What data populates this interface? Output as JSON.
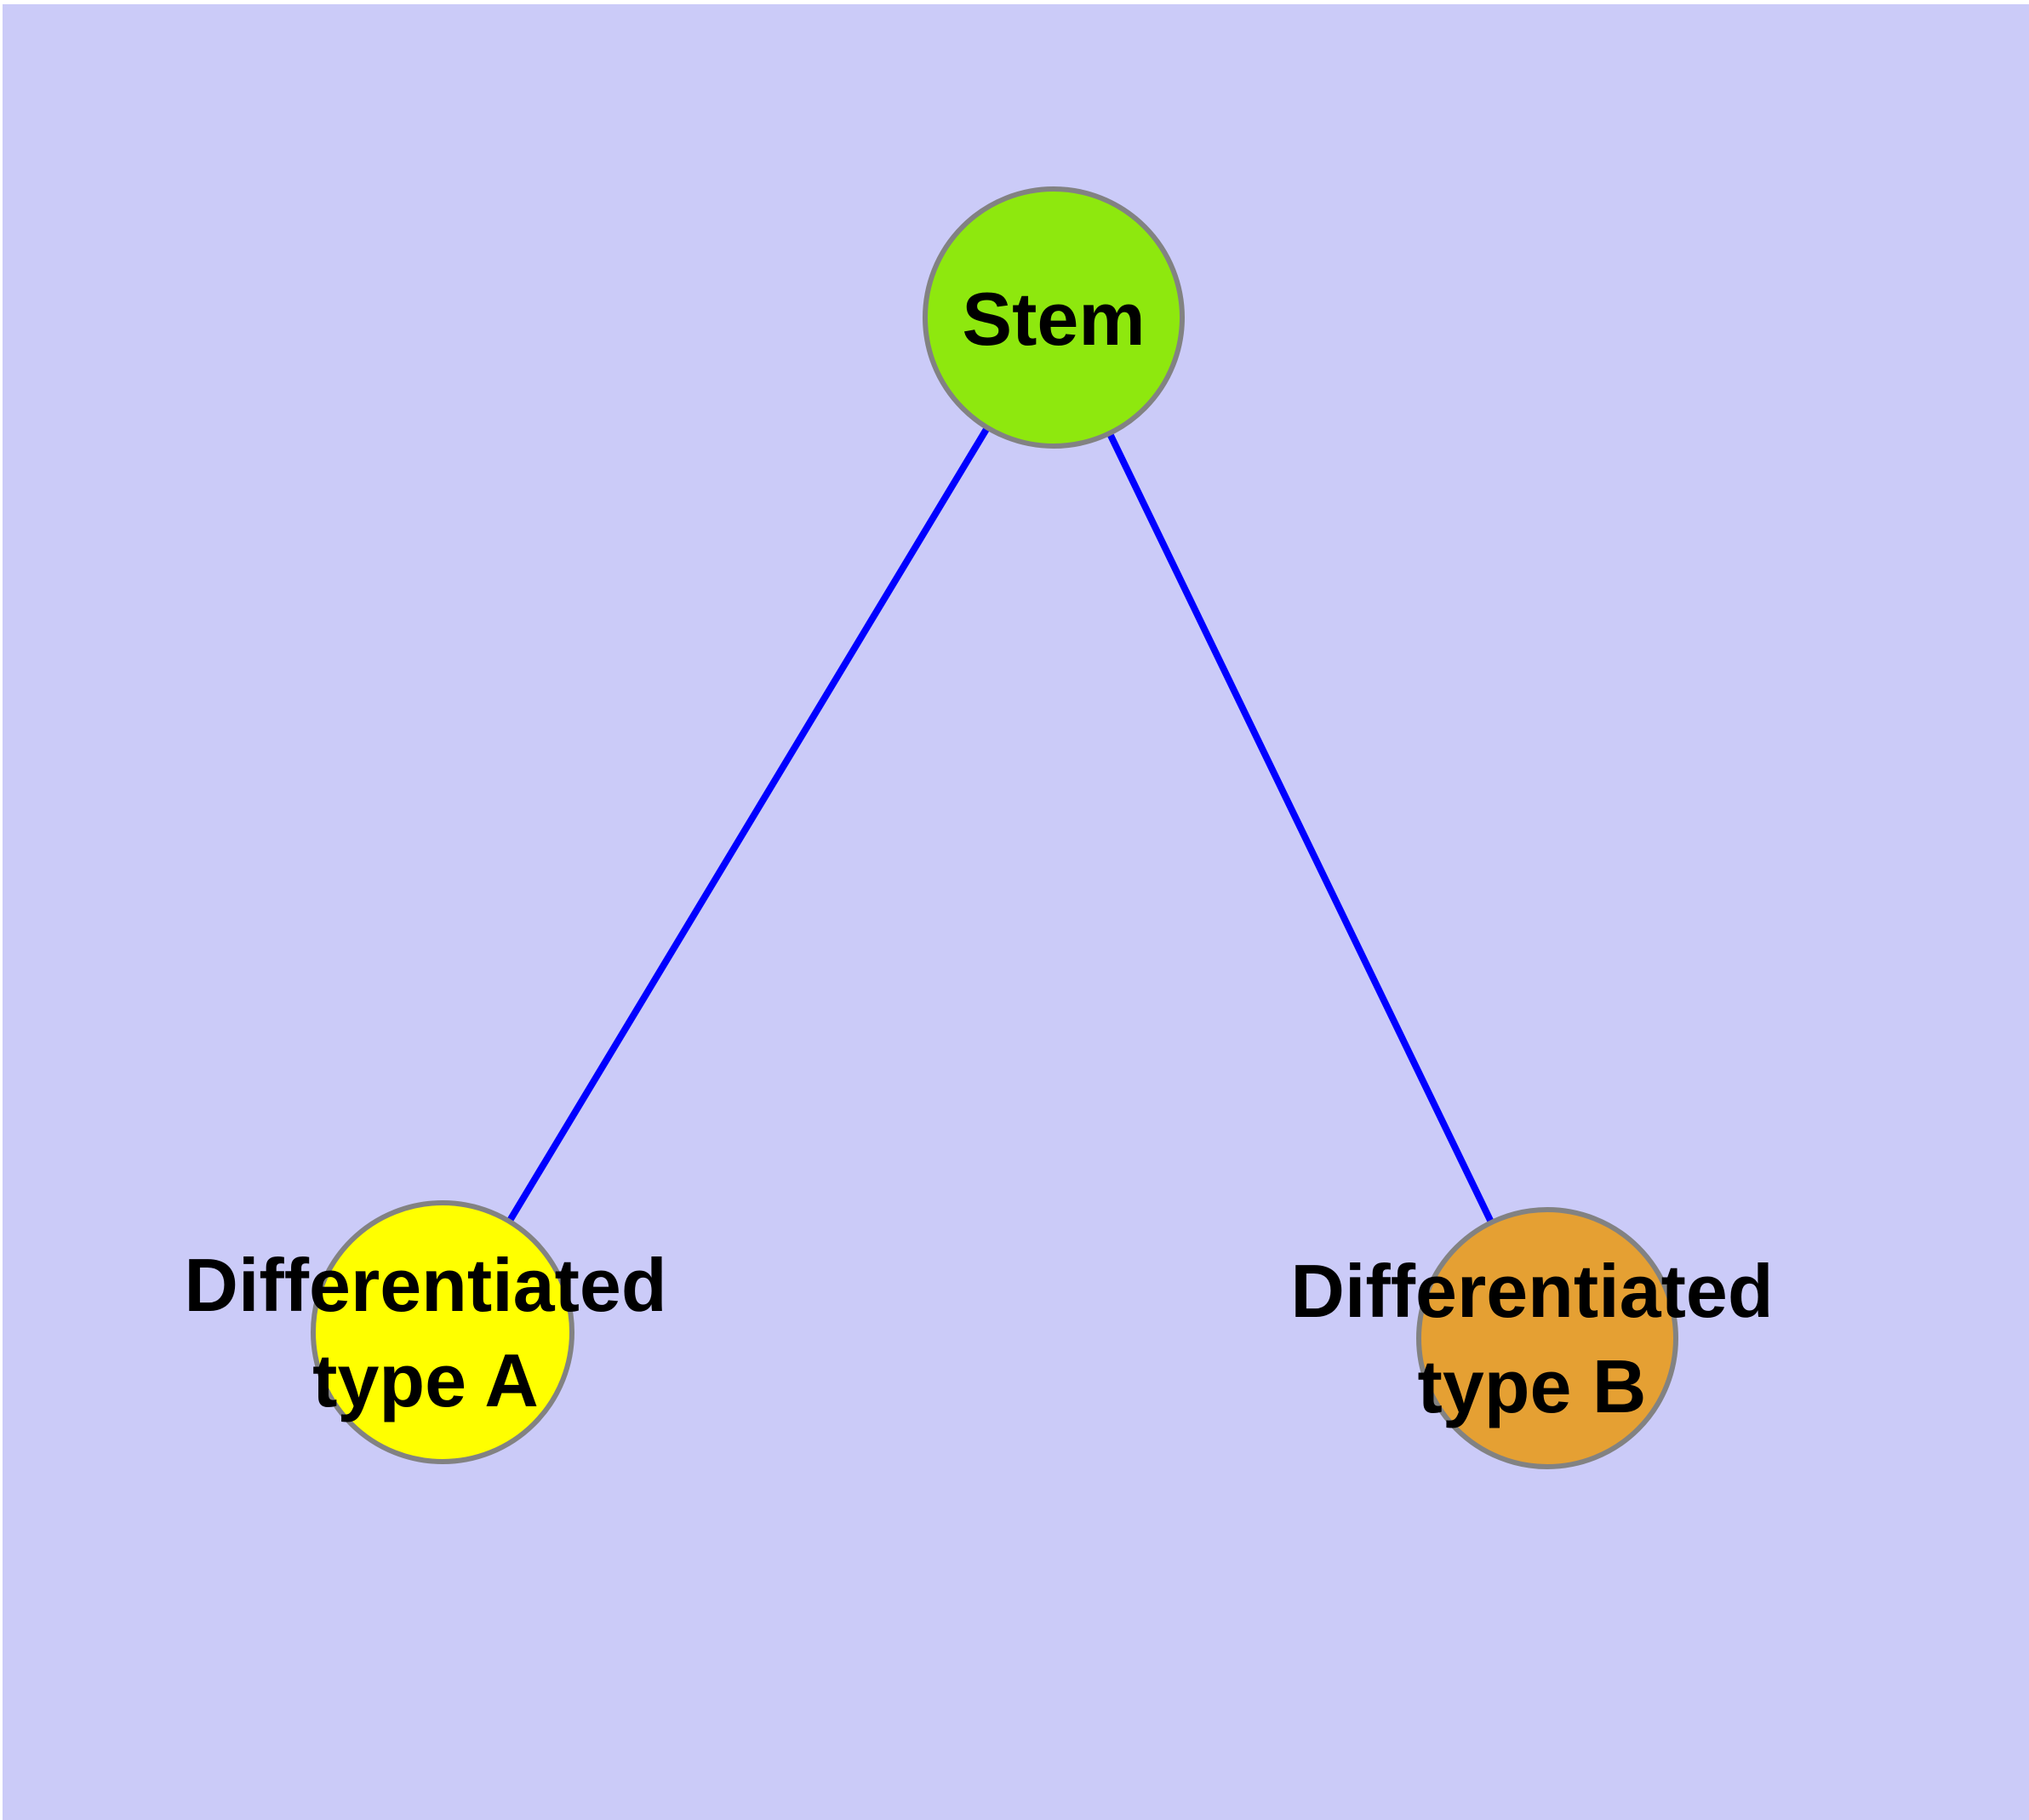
{
  "diagram": {
    "background_color": "#CBCBF8",
    "edge_color": "#0000FF",
    "node_border_color": "#828282",
    "label_color": "#000000",
    "nodes": [
      {
        "id": "stem",
        "label": "Stem",
        "color": "#8EE80E",
        "shape": "circle"
      },
      {
        "id": "type-a",
        "label": "Differentiated type A",
        "label_line1": "Differentiated",
        "label_line2": "type A",
        "color": "#FFFF00",
        "shape": "circle"
      },
      {
        "id": "type-b",
        "label": "Differentiated type B",
        "label_line1": "Differentiated",
        "label_line2": "type B",
        "color": "#E5A033",
        "shape": "circle"
      }
    ],
    "edges": [
      {
        "from": "Stem",
        "to": "Differentiated type A"
      },
      {
        "from": "Stem",
        "to": "Differentiated type B"
      }
    ]
  }
}
